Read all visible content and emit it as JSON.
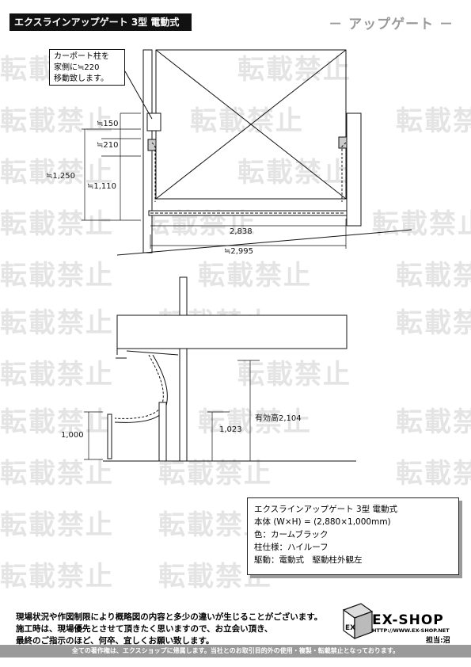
{
  "header": {
    "title": "エクスラインアップゲート 3型 電動式",
    "category": "－ アップゲート －"
  },
  "watermark": "転載禁止",
  "top_view": {
    "note_lines": [
      "カーポート柱を",
      "家側に≒220",
      "移動致します。"
    ],
    "dims": {
      "d150": "≒150",
      "d210": "≒210",
      "d1250": "≒1,250",
      "d1110": "≒1,110",
      "d2838": "2,838",
      "d2995": "≒2,995"
    }
  },
  "side_view": {
    "dims": {
      "d1000": "1,000",
      "d1023": "1,023",
      "d2104": "有効高2,104"
    }
  },
  "spec": {
    "lines": [
      "エクスラインアップゲート 3型 電動式",
      "本体 (W×H) = (2,880×1,000mm)",
      "色：カームブラック",
      "柱仕様：ハイルーフ",
      "駆動：電動式　駆動柱外観左"
    ]
  },
  "footer": {
    "notes": [
      "現場状況や作図制限により概略図の内容と多少の違いが生じることがございます。",
      "施工時は、現場優先とさせて頂きたく思いますので、お立会い頂き、",
      "最終のご指示のほど、何卒、宜しくお願い致します。"
    ],
    "brand": "EX-SHOP",
    "url": "HTTP://WWW.EX-SHOP.NET",
    "person": "担当:沼",
    "copyright": "全ての著作権は、エクスショップに帰属します。当社とのお取引目的外の使用・複製・転載禁止となっております。"
  },
  "colors": {
    "ink": "#111111",
    "grey_bar": "#9a9a9a",
    "watermark": "#e4e4e4"
  }
}
